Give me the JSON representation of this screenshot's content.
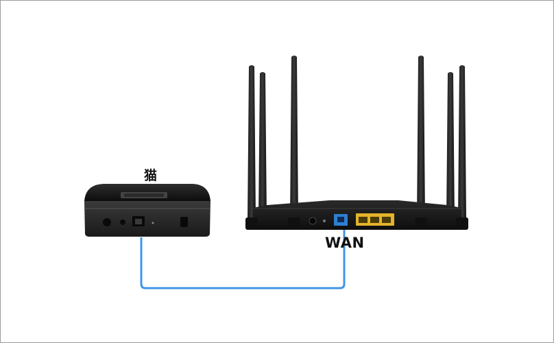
{
  "labels": {
    "modem": "猫",
    "wan_port": "WAN"
  },
  "colors": {
    "cable": "#3f96e6",
    "device_body": "#151515",
    "wan_port": "#2f7fd1",
    "lan_ports": "#e3b32a"
  },
  "devices": {
    "modem": {
      "icon": "modem-icon"
    },
    "router": {
      "icon": "router-icon",
      "antenna_count": 6,
      "lan_port_count": 3
    }
  }
}
